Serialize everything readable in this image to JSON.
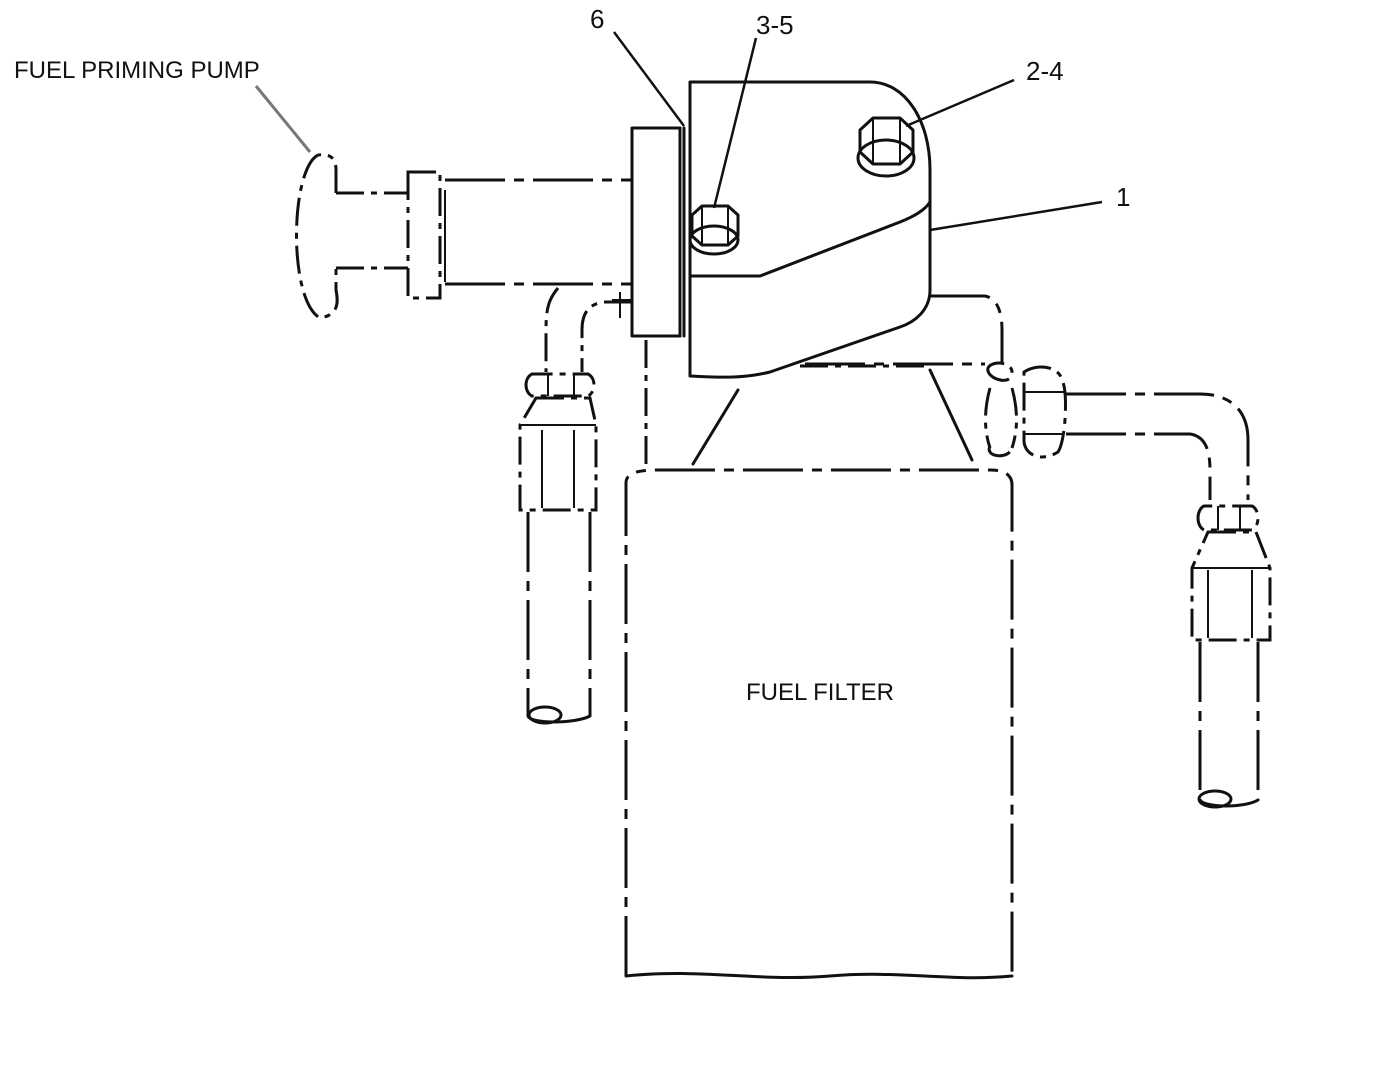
{
  "labels": {
    "priming_pump": "FUEL PRIMING PUMP",
    "fuel_filter": "FUEL FILTER",
    "callout_6": "6",
    "callout_3_5": "3-5",
    "callout_2_4": "2-4",
    "callout_1": "1"
  }
}
